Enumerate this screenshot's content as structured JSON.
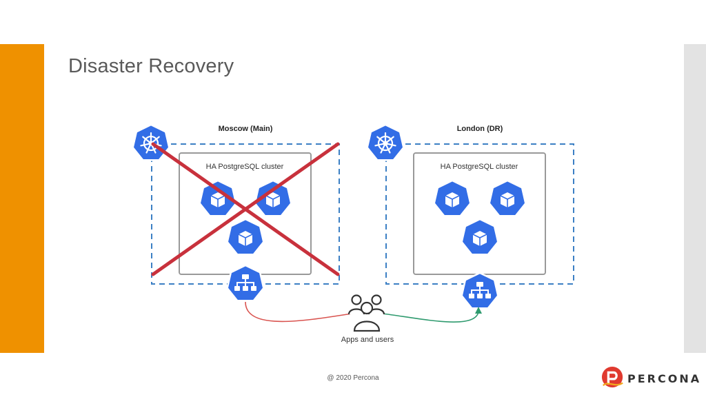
{
  "slide": {
    "title": "Disaster Recovery",
    "footer": "@ 2020 Percona",
    "brand": "PERCONA"
  },
  "colors": {
    "accent_orange": "#ef9100",
    "kube_blue": "#326de6",
    "dash_blue": "#3b7fc4",
    "cross_red": "#c8313c",
    "arrow_red": "#d9534f",
    "arrow_green": "#2e9a6e",
    "logo_red": "#e03a2f",
    "side_gray": "#e3e3e3"
  },
  "diagram": {
    "main_site": {
      "label": "Moscow (Main)",
      "cluster_label": "HA PostgreSQL cluster",
      "status": "failed",
      "icons": [
        "kubernetes-icon",
        "pod-icon",
        "pod-icon",
        "pod-icon",
        "load-balancer-icon"
      ]
    },
    "dr_site": {
      "label": "London (DR)",
      "cluster_label": "HA PostgreSQL cluster",
      "status": "active",
      "icons": [
        "kubernetes-icon",
        "pod-icon",
        "pod-icon",
        "pod-icon",
        "load-balancer-icon"
      ]
    },
    "users": {
      "label": "Apps and users",
      "icon": "users-icon"
    }
  }
}
